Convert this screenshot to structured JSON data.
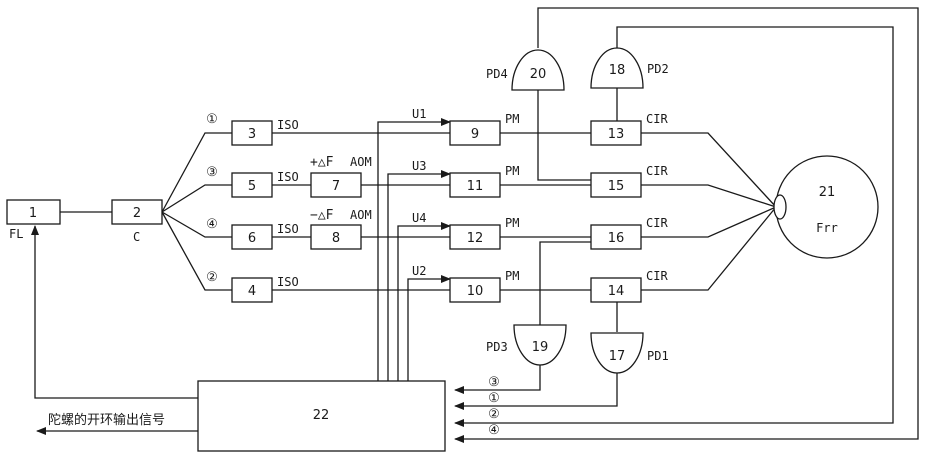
{
  "blocks": {
    "b1": "1",
    "b2": "2",
    "b3": "3",
    "b4": "4",
    "b5": "5",
    "b6": "6",
    "b7": "7",
    "b8": "8",
    "b9": "9",
    "b10": "10",
    "b11": "11",
    "b12": "12",
    "b13": "13",
    "b14": "14",
    "b15": "15",
    "b16": "16",
    "b17": "17",
    "b18": "18",
    "b19": "19",
    "b20": "20",
    "b21": "21",
    "b22": "22"
  },
  "labels": {
    "fl": "FL",
    "c": "C",
    "iso": "ISO",
    "aom": "AOM",
    "plus_df": "+△F",
    "minus_df": "−△F",
    "pm": "PM",
    "cir": "CIR",
    "frr": "Frr",
    "u1": "U1",
    "u2": "U2",
    "u3": "U3",
    "u4": "U4",
    "pd1": "PD1",
    "pd2": "PD2",
    "pd3": "PD3",
    "pd4": "PD4",
    "output": "陀螺的开环输出信号"
  },
  "markers": {
    "c1": "①",
    "c2": "②",
    "c3": "③",
    "c4": "④"
  }
}
